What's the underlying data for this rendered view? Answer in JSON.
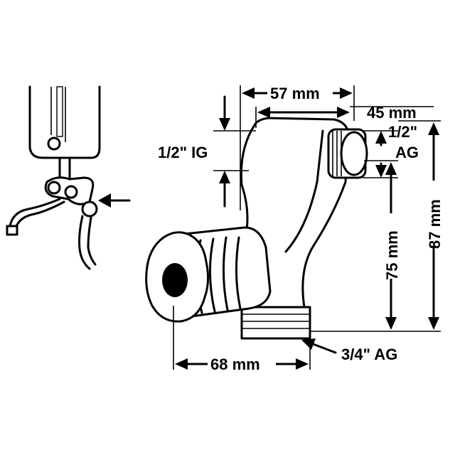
{
  "dimensions": {
    "width_top": "57 mm",
    "width_outlet": "45 mm",
    "inlet_thread": "1/2\" IG",
    "outlet_thread_top": "1/2\"",
    "outlet_thread_bottom": "AG",
    "height_75": "75 mm",
    "height_87": "87 mm",
    "depth_knob": "68 mm",
    "bottom_thread": "3/4\" AG"
  },
  "colors": {
    "ink": "#000000",
    "paper": "#ffffff"
  }
}
